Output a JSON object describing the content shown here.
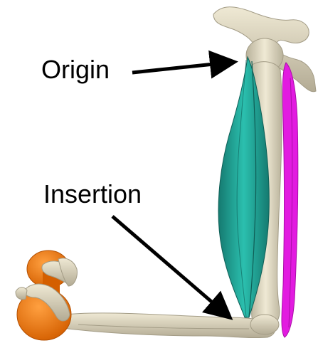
{
  "labels": {
    "origin": "Origin",
    "insertion": "Insertion"
  },
  "colors": {
    "bone": "#ddd6c0",
    "bone_shadow": "#b9b29b",
    "muscle_teal": "#23a898",
    "muscle_teal_dark": "#157a70",
    "muscle_magenta": "#e21be0",
    "weight_orange": "#f07a10",
    "arrow": "#000000"
  },
  "icons": [
    "shoulder-bone",
    "humerus-bone",
    "biceps-muscle",
    "triceps-muscle",
    "forearm-bone",
    "hand-bones",
    "dumbbell"
  ]
}
